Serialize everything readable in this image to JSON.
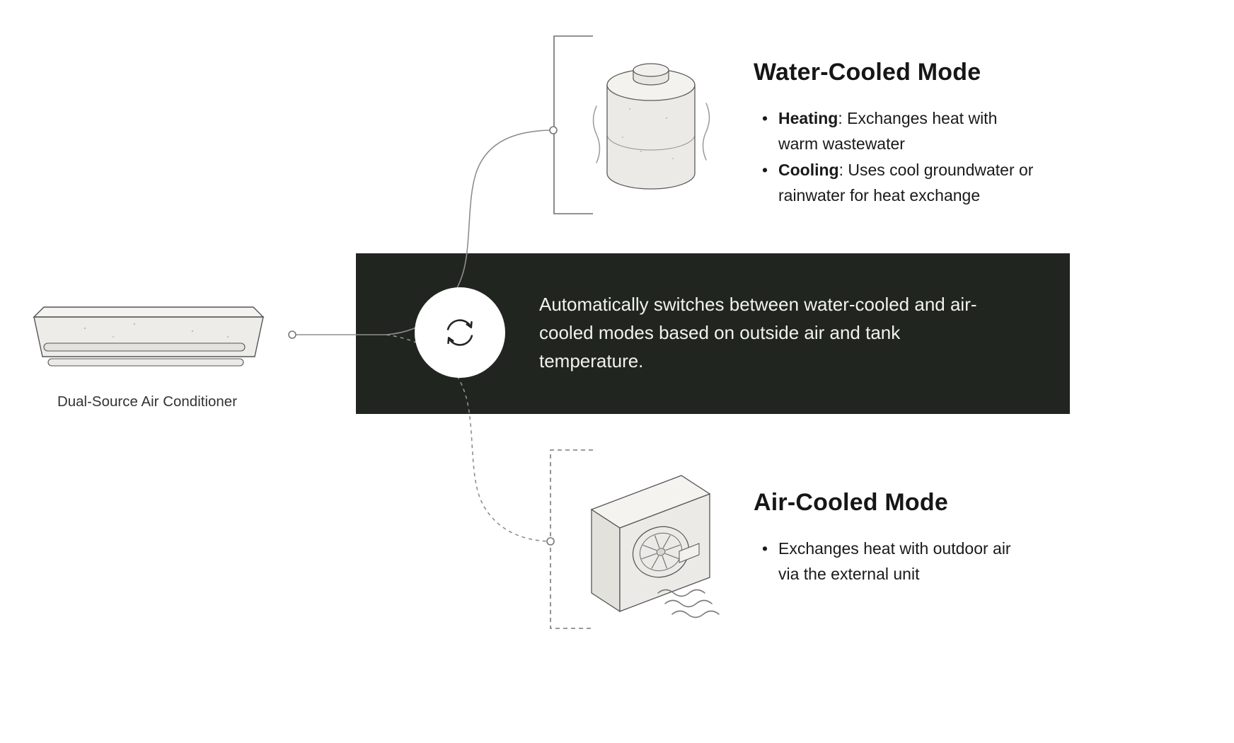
{
  "diagram": {
    "source_unit": {
      "label": "Dual-Source Air Conditioner",
      "illustration": "indoor-wall-unit"
    },
    "hub": {
      "icon": "cycle-arrows-icon",
      "description": "Automatically switches between water-cooled and air-\ncooled modes based on outside air and tank\ntemperature."
    },
    "water_mode": {
      "title": "Water-Cooled Mode",
      "illustration": "water-tank",
      "bullets": [
        {
          "lead": "Heating",
          "rest": ": Exchanges heat with\nwarm wastewater"
        },
        {
          "lead": "Cooling",
          "rest": ": Uses cool groundwater or\nrainwater for heat exchange"
        }
      ]
    },
    "air_mode": {
      "title": "Air-Cooled Mode",
      "illustration": "outdoor-unit",
      "bullets": [
        {
          "lead": "",
          "rest": "Exchanges heat with outdoor air\nvia the external unit"
        }
      ]
    },
    "colors": {
      "band_background": "#20251f",
      "band_text": "#f2f2ef",
      "heading_text": "#161616",
      "connector_line": "#8f8f8f",
      "illustration_fill": "#eceae6",
      "illustration_stroke": "#555555"
    }
  }
}
